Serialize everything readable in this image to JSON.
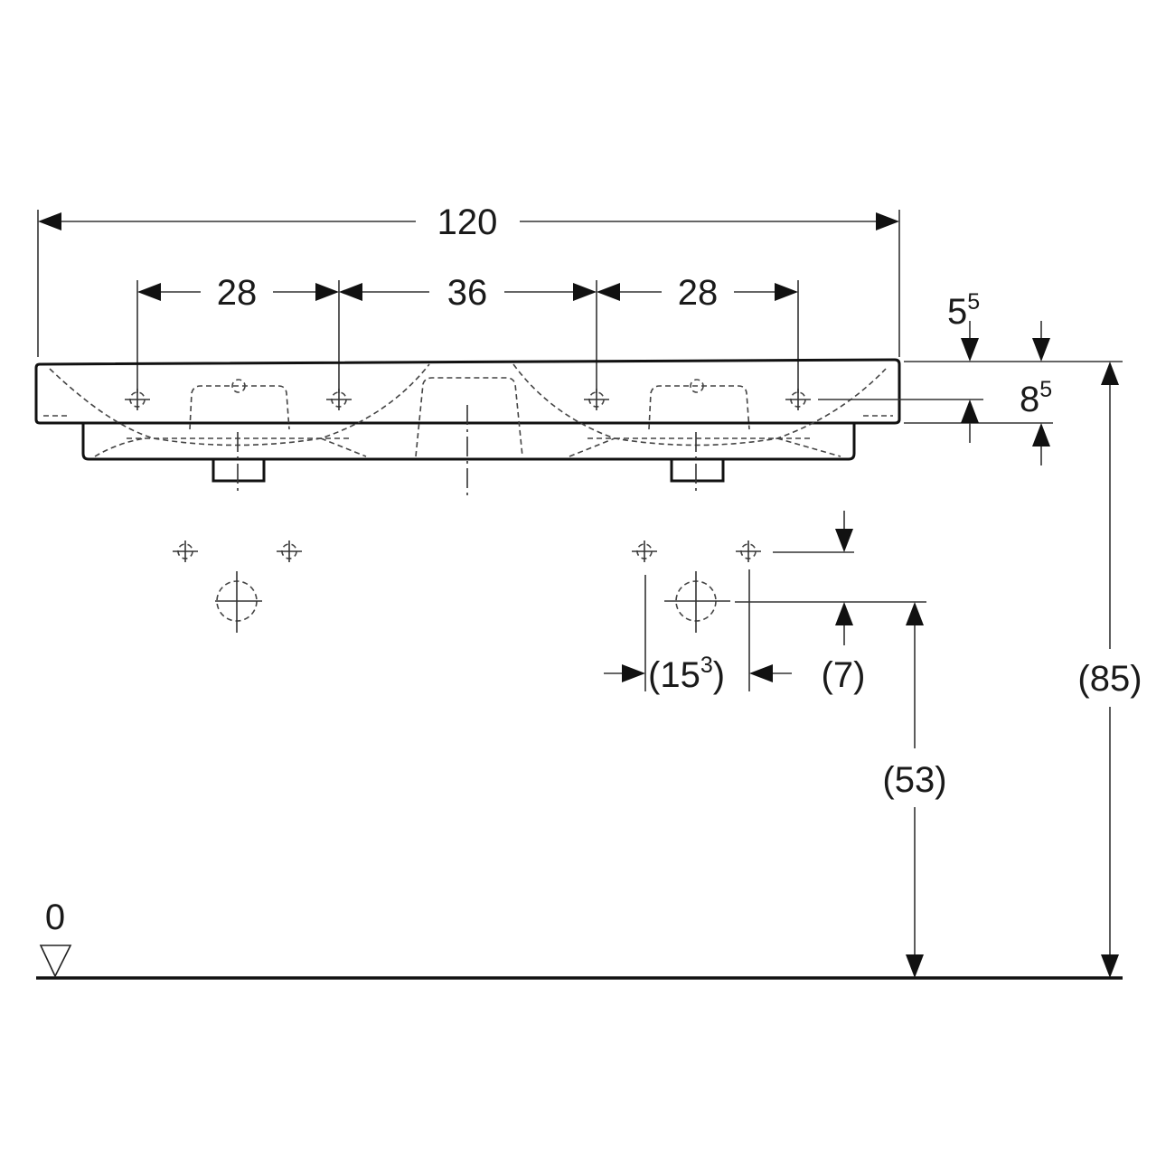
{
  "drawing": {
    "dimensions": {
      "overall_width": "120",
      "tap_spacing_left": "28",
      "basin_spacing": "36",
      "tap_spacing_right": "28",
      "rim_to_taphole": {
        "base": "5",
        "sup": "5"
      },
      "rim_thickness": {
        "base": "8",
        "sup": "5"
      },
      "fitting_spacing": {
        "open": "(15",
        "sup": "3",
        "close": ")"
      },
      "fitting_offset": "(7)",
      "fitting_height": "(53)",
      "rim_height": "(85)",
      "floor_level": "0"
    }
  }
}
